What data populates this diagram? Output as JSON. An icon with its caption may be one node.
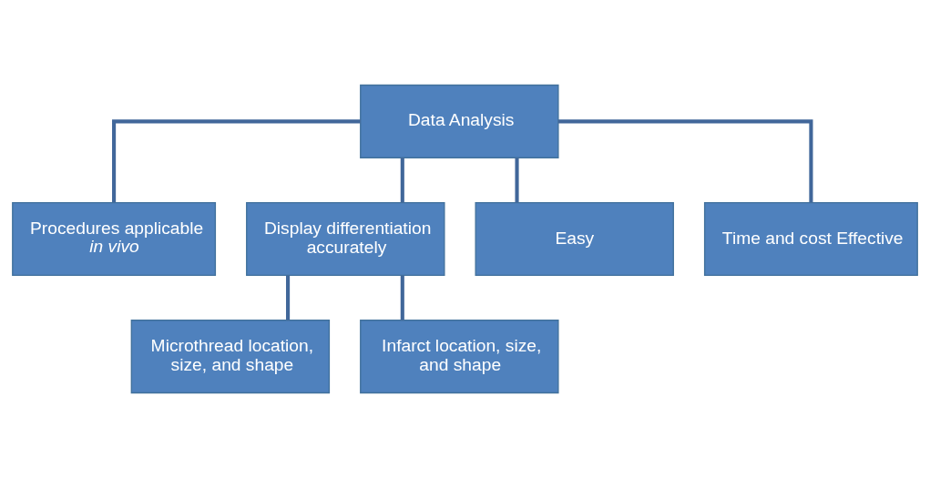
{
  "diagram": {
    "nodes": [
      {
        "text": [
          "Data Analysis"
        ]
      },
      {
        "text": [
          "Procedures applicable *in vivo*"
        ]
      },
      {
        "text": [
          "Display differentiation accurately"
        ]
      },
      {
        "text": [
          "Easy"
        ]
      },
      {
        "text": [
          "Time and cost Effective"
        ]
      },
      {
        "text": [
          "Microthread location, size, and shape"
        ]
      },
      {
        "text": [
          "Infarct location, size, and shape"
        ]
      }
    ],
    "edges": [
      {
        "from": 0,
        "to": 1,
        "arrow": "none"
      },
      {
        "from": 0,
        "to": 2,
        "arrow": "none"
      },
      {
        "from": 0,
        "to": 3,
        "arrow": "none"
      },
      {
        "from": 0,
        "to": 4,
        "arrow": "none"
      },
      {
        "from": 2,
        "to": 5,
        "arrow": "none"
      },
      {
        "from": 2,
        "to": 6,
        "arrow": "none"
      }
    ]
  }
}
